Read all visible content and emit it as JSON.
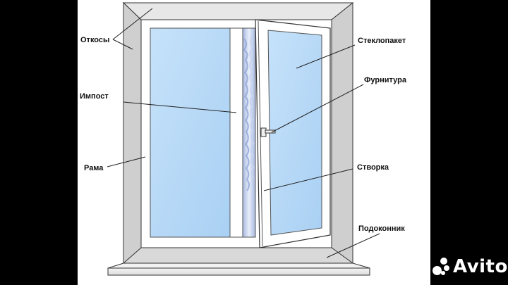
{
  "labels": {
    "otkosy": "Откосы",
    "impost": "Импост",
    "rama": "Рама",
    "steklopaket": "Стеклопакет",
    "furnitura": "Фурнитура",
    "stvorka": "Створка",
    "podokonnik": "Подоконник"
  },
  "watermark": {
    "text": "Avito"
  },
  "colors": {
    "glass": "#bcdcf7",
    "glass_dark": "#9fc8ee",
    "frame": "#ffffff",
    "reveal": "#d8d8d8",
    "outline": "#333333"
  }
}
